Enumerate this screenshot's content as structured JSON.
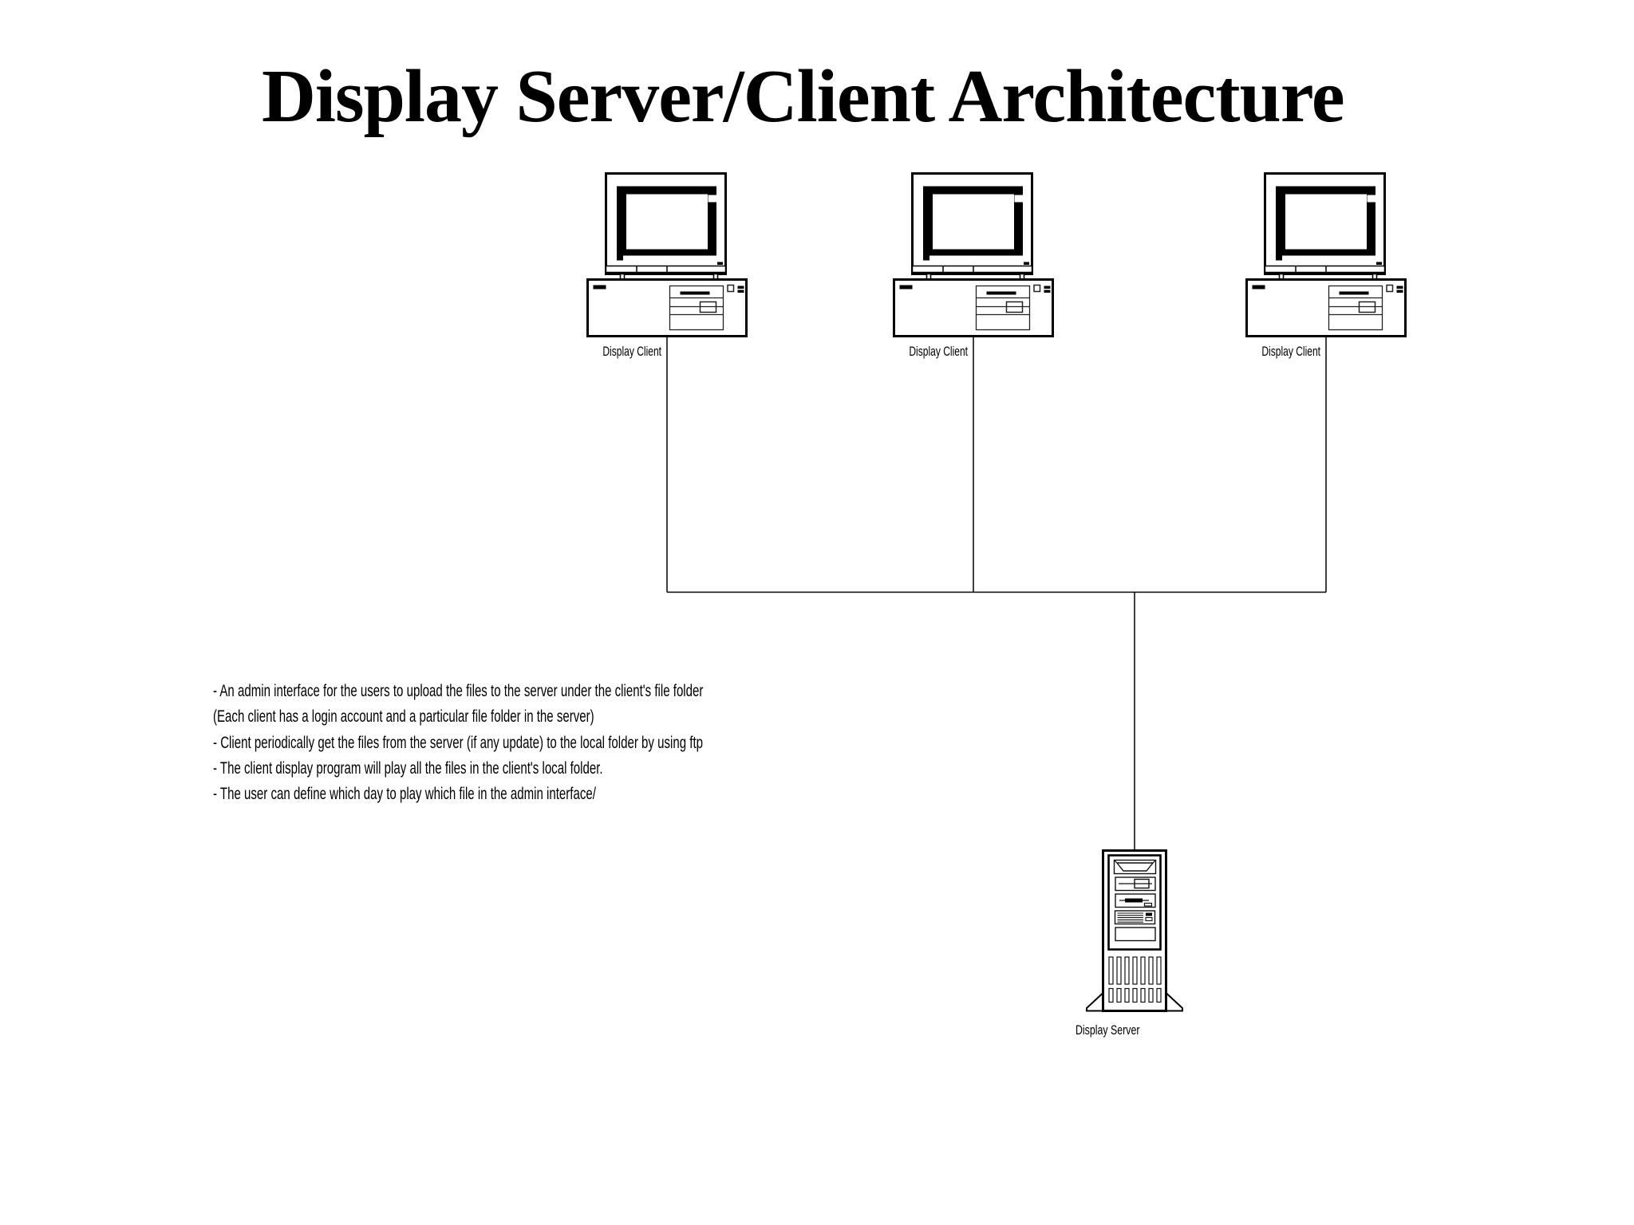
{
  "title": "Display Server/Client Architecture",
  "diagram": {
    "clients": [
      {
        "label": "Display Client",
        "icon": "desktop-computer-icon"
      },
      {
        "label": "Display Client",
        "icon": "desktop-computer-icon"
      },
      {
        "label": "Display Client",
        "icon": "desktop-computer-icon"
      }
    ],
    "server": {
      "label": "Display Server",
      "icon": "tower-server-icon"
    }
  },
  "notes": {
    "lines": [
      "- An admin interface for the users to upload the files to the server under the client's file folder",
      "(Each client has a login account and a particular file folder in the server)",
      "- Client periodically get the files from the server (if any update) to the local folder by using ftp",
      "- The client display program will play all the files in the client's local folder.",
      "- The user can define which day to play which file in the admin interface/"
    ]
  },
  "colors": {
    "ink": "#000000",
    "background": "#ffffff"
  }
}
